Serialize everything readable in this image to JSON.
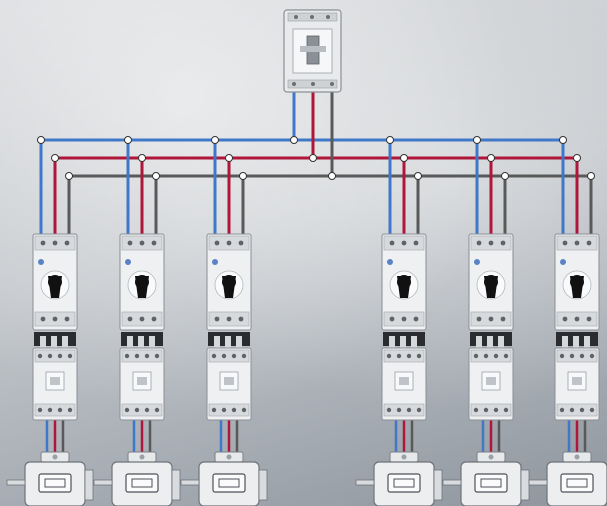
{
  "diagram": {
    "breaker": {
      "kind": "main-circuit-breaker"
    },
    "wire_colors": {
      "phase_l1": "#3f78c8",
      "phase_l2": "#b0163a",
      "phase_l3": "#595959"
    },
    "branches": [
      {
        "id": 1,
        "components": [
          "motor-protection-switch",
          "contactor",
          "motor"
        ]
      },
      {
        "id": 2,
        "components": [
          "motor-protection-switch",
          "contactor",
          "motor"
        ]
      },
      {
        "id": 3,
        "components": [
          "motor-protection-switch",
          "contactor",
          "motor"
        ]
      },
      {
        "id": 4,
        "components": [
          "motor-protection-switch",
          "contactor",
          "motor"
        ]
      },
      {
        "id": 5,
        "components": [
          "motor-protection-switch",
          "contactor",
          "motor"
        ]
      },
      {
        "id": 6,
        "components": [
          "motor-protection-switch",
          "contactor",
          "motor"
        ]
      }
    ],
    "background": {
      "style": "grey-landscape-photo"
    }
  }
}
